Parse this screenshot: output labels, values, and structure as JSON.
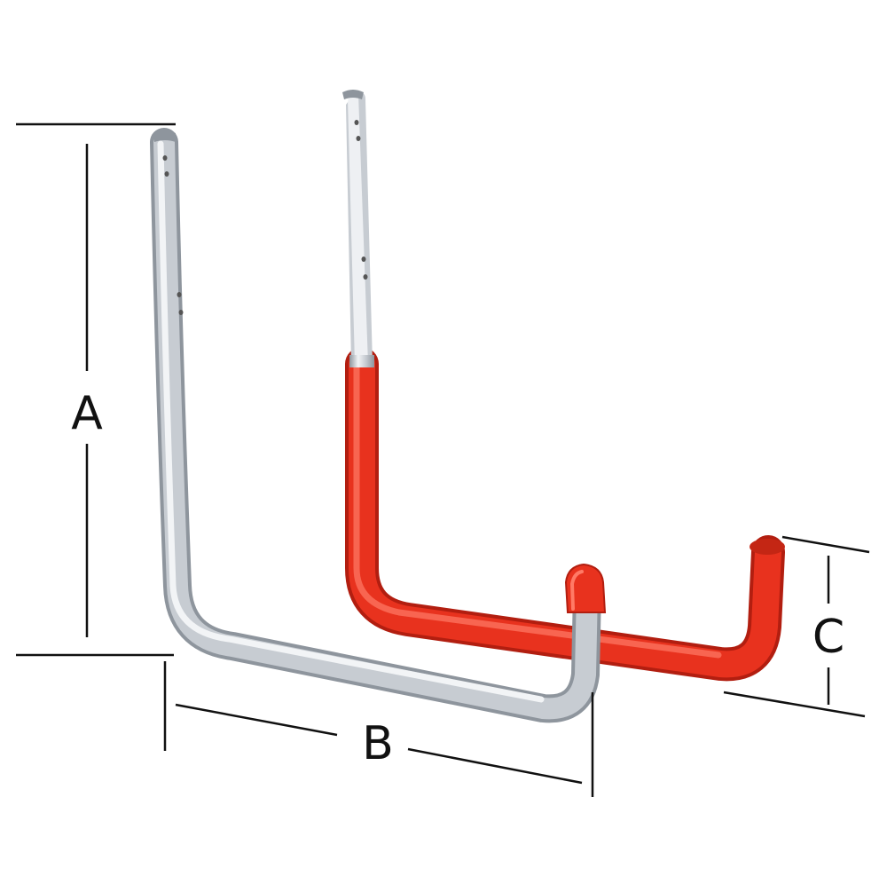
{
  "dimensions": {
    "a": "A",
    "b": "B",
    "c": "C"
  },
  "colors": {
    "steel": "#c7ccd2",
    "steel_shadow": "#8e959d",
    "steel_highlight": "#f2f4f6",
    "coating": "#e8321e",
    "coating_shadow": "#b21e10",
    "coating_highlight": "#ff7a66",
    "line": "#111111"
  },
  "items": [
    {
      "icon": "galvanized-hook-icon"
    },
    {
      "icon": "coated-hook-icon"
    }
  ]
}
